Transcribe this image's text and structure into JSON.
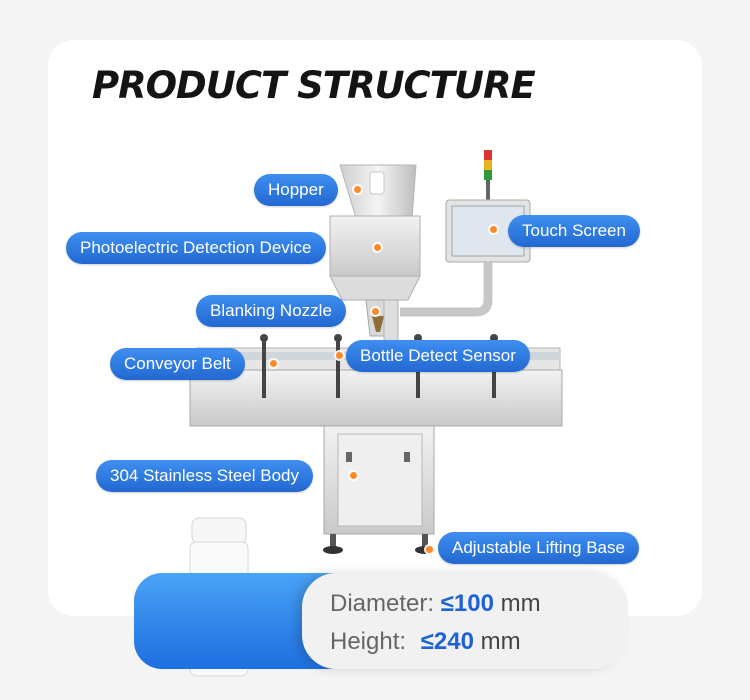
{
  "title": "PRODUCT STRUCTURE",
  "labels": {
    "hopper": "Hopper",
    "photoelectric": "Photoelectric Detection Device",
    "touch_screen": "Touch Screen",
    "blanking_nozzle": "Blanking Nozzle",
    "conveyor_belt": "Conveyor Belt",
    "bottle_sensor": "Bottle Detect Sensor",
    "body": "304 Stainless Steel Body",
    "lifting_base": "Adjustable Lifting Base"
  },
  "specs": {
    "diameter_label": "Diameter:",
    "diameter_value": "≤100",
    "diameter_unit": "mm",
    "height_label": "Height:",
    "height_value": "≤240",
    "height_unit": "mm"
  },
  "colors": {
    "accent_blue": "#2268d1",
    "marker_orange": "#ff8a2b",
    "title_text": "#141414"
  }
}
